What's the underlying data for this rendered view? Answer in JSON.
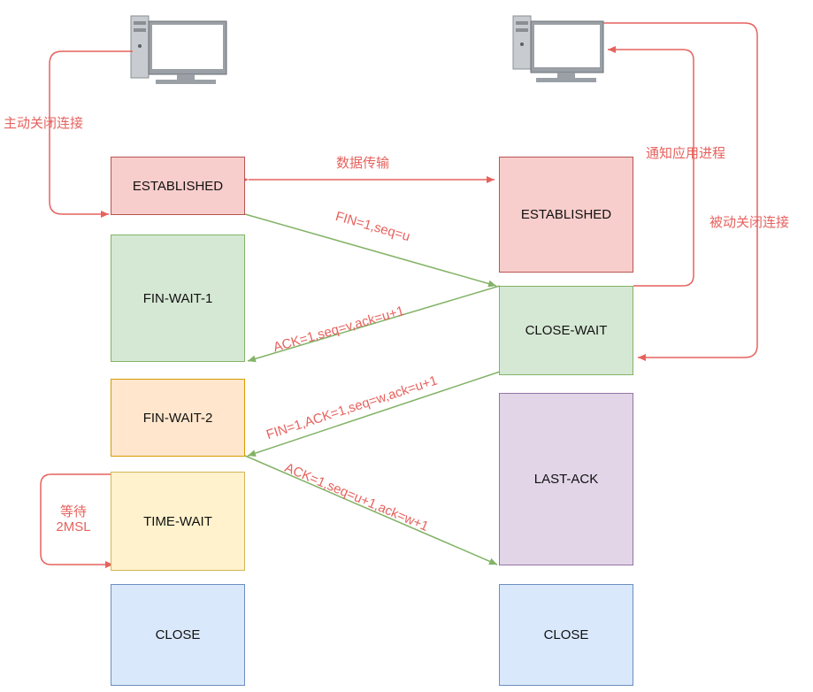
{
  "left_states": {
    "established": "ESTABLISHED",
    "fin_wait_1": "FIN-WAIT-1",
    "fin_wait_2": "FIN-WAIT-2",
    "time_wait": "TIME-WAIT",
    "close": "CLOSE"
  },
  "right_states": {
    "established": "ESTABLISHED",
    "close_wait": "CLOSE-WAIT",
    "last_ack": "LAST-ACK",
    "close": "CLOSE"
  },
  "labels": {
    "active_close": "主动关闭连接",
    "data_transfer": "数据传输",
    "notify_app": "通知应用进程",
    "passive_close": "被动关闭连接",
    "wait_line1": "等待",
    "wait_line2": "2MSL"
  },
  "messages": {
    "fin1": "FIN=1,seq=u",
    "ack1": "ACK=1,seq=v,ack=u+1",
    "fin2": "FIN=1,ACK=1,seq=w,ack=u+1",
    "ack2": "ACK=1,seq=u+1,ack=w+1"
  },
  "colors": {
    "red_arrow": "#e6625e",
    "green_arrow": "#82b366",
    "label_text": "#e6625e"
  },
  "icons": [
    "client-computer-icon",
    "server-computer-icon"
  ]
}
